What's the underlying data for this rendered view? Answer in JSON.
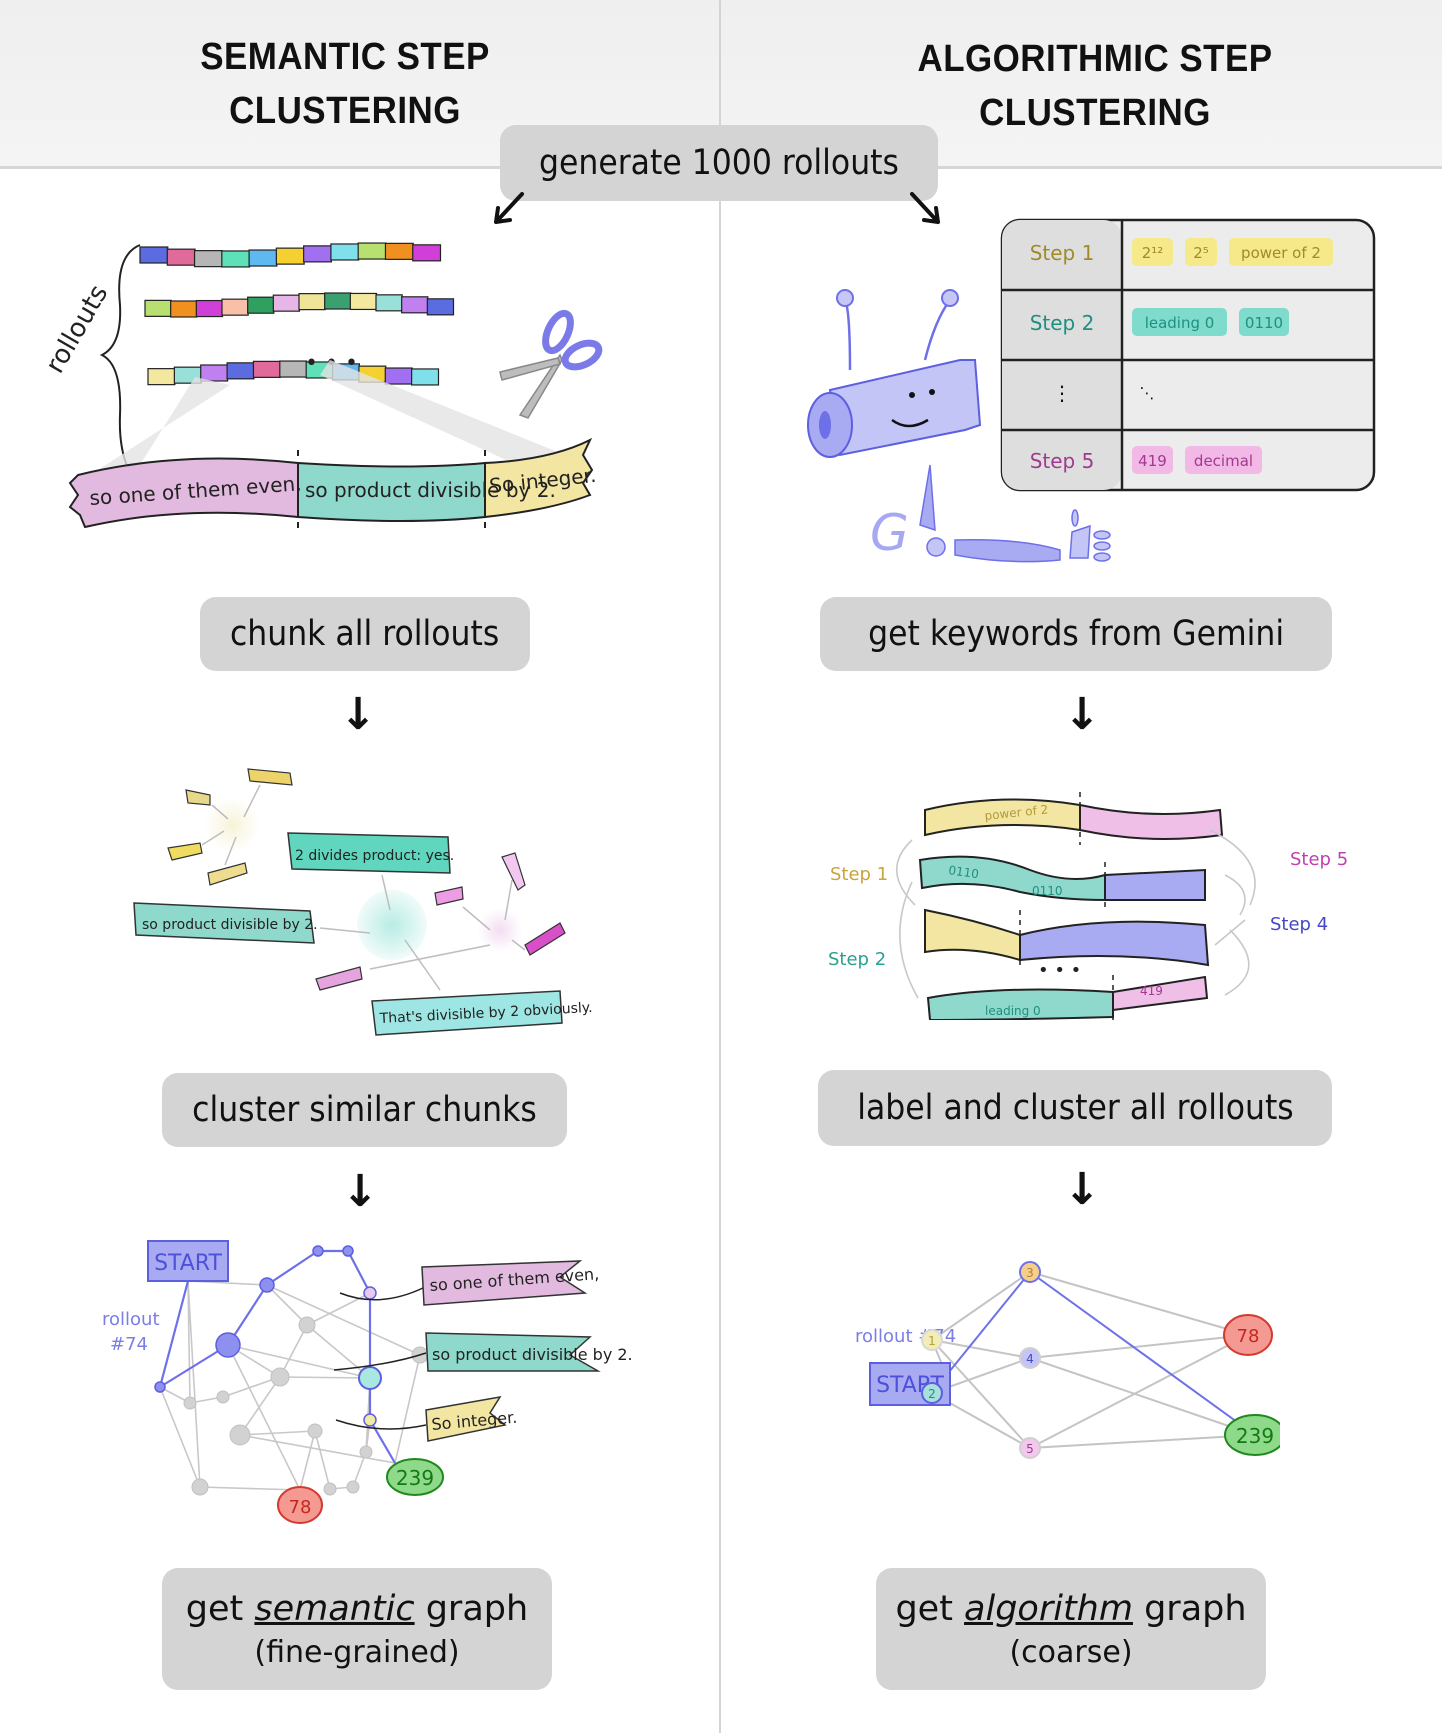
{
  "header": {
    "left_title_line1": "SEMANTIC STEP",
    "left_title_line2": "CLUSTERING",
    "right_title_line1": "ALGORITHMIC STEP",
    "right_title_line2": "CLUSTERING",
    "shared_step": "generate 1000 rollouts"
  },
  "left": {
    "rollouts_label": "rollouts",
    "ellipsis": "• • •",
    "chunk_ribbon": [
      {
        "text": "so one of them even,",
        "color": "#e2b9df"
      },
      {
        "text": "so product divisible by 2.",
        "color": "#8fd9cc"
      },
      {
        "text": "So integer.",
        "color": "#f2e6a2"
      }
    ],
    "step1": "chunk all rollouts",
    "clusters": {
      "chunks": [
        {
          "text": "2 divides product: yes.",
          "color": "#5fd6bd"
        },
        {
          "text": "so product divisible by 2.",
          "color": "#8fd9cc"
        },
        {
          "text": "That's divisible by 2 obviously.",
          "color": "#9ee6e3"
        }
      ]
    },
    "step2": "cluster similar chunks",
    "graph": {
      "start_label": "START",
      "rollout_label_line1": "rollout",
      "rollout_label_line2": "#74",
      "callouts": [
        {
          "text": "so one of them even,",
          "color": "#e2b9df"
        },
        {
          "text": "so product divisible by 2.",
          "color": "#8fd9cc"
        },
        {
          "text": "So integer.",
          "color": "#f2e6a2"
        }
      ],
      "answer_correct": "239",
      "answer_wrong": "78"
    },
    "step3_prefix": "get ",
    "step3_emph": "semantic",
    "step3_suffix": " graph",
    "step3_sub": "(fine-grained)"
  },
  "right": {
    "table": {
      "rows": [
        {
          "step": "Step 1",
          "color": "#a08a2a",
          "chip_color": "#f5e98a",
          "keywords": [
            "2¹²",
            "2⁵",
            "power of 2"
          ]
        },
        {
          "step": "Step 2",
          "color": "#1f8f80",
          "chip_color": "#7fdccc",
          "keywords": [
            "leading 0",
            "0110"
          ]
        },
        {
          "step": "⋮",
          "color": "#111111",
          "chip_color": "",
          "keywords": [
            "⋱"
          ]
        },
        {
          "step": "Step 5",
          "color": "#a03a90",
          "chip_color": "#f2b8e6",
          "keywords": [
            "419",
            "decimal"
          ]
        }
      ]
    },
    "gemini_label": "G",
    "step1": "get keywords from Gemini",
    "labeled_rollouts": {
      "segments_text": [
        "power of 2",
        "0110",
        "0110",
        "leading 0",
        "419"
      ],
      "step_labels": [
        {
          "text": "Step 1",
          "color": "#c9a43c"
        },
        {
          "text": "Step 2",
          "color": "#2aa090"
        },
        {
          "text": "Step 4",
          "color": "#4646c8"
        },
        {
          "text": "Step 5",
          "color": "#c040b0"
        }
      ],
      "ellipsis": "• • •"
    },
    "step2": "label and cluster all rollouts",
    "graph": {
      "start_label": "START",
      "rollout_label": "rollout #74",
      "nodes": [
        "1",
        "2",
        "3",
        "4",
        "5"
      ],
      "answer_correct": "239",
      "answer_wrong": "78"
    },
    "step3_prefix": "get ",
    "step3_emph": "algorithm",
    "step3_suffix": " graph",
    "step3_sub": "(coarse)"
  },
  "colors": {
    "path_blue": "#6d70e8",
    "node_grey": "#cfcfcf",
    "edge_grey": "#c4c4c4",
    "correct_green": "#8fd98a",
    "wrong_red": "#f59a92",
    "box_grey": "#d4d4d4"
  }
}
